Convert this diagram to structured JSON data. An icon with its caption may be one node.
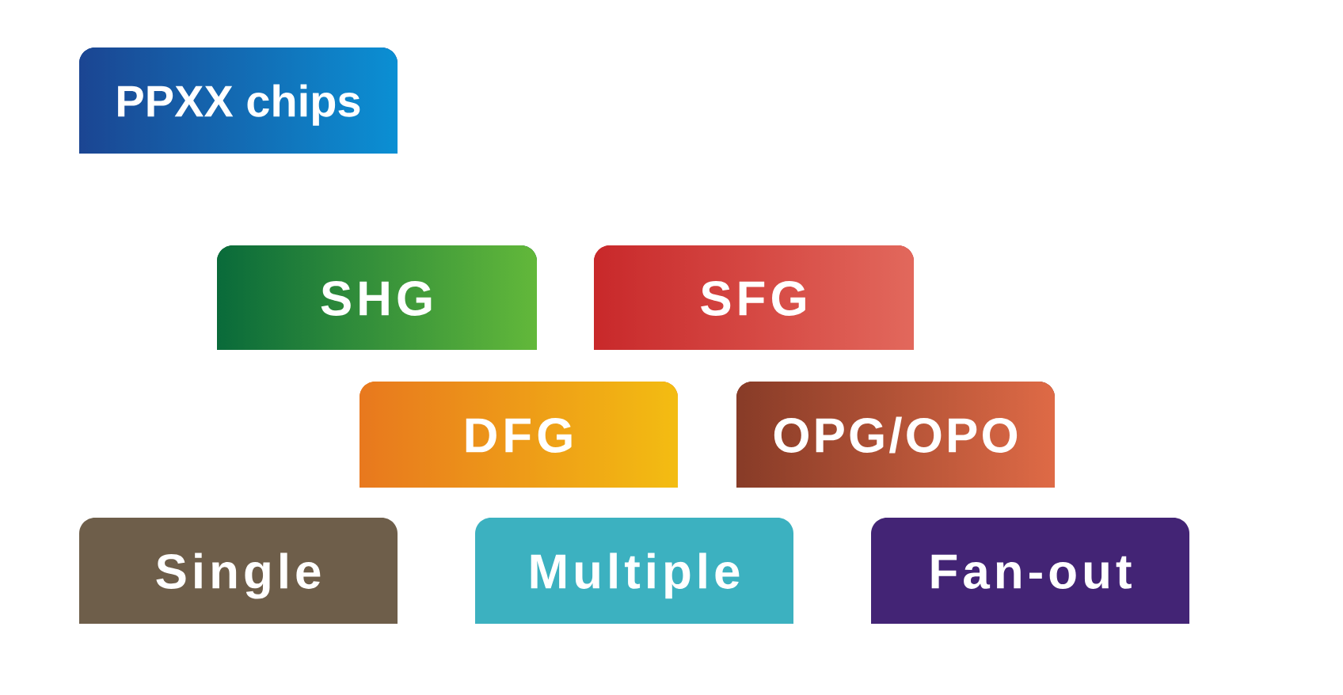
{
  "diagram": {
    "nodes": [
      {
        "text": [
          "PPXX chips"
        ]
      },
      {
        "text": [
          "SHG"
        ]
      },
      {
        "text": [
          "SFG"
        ]
      },
      {
        "text": [
          "DFG"
        ]
      },
      {
        "text": [
          "OPG/OPO"
        ]
      },
      {
        "text": [
          "Single"
        ]
      },
      {
        "text": [
          "Multiple"
        ]
      },
      {
        "text": [
          "Fan-out"
        ]
      }
    ]
  }
}
